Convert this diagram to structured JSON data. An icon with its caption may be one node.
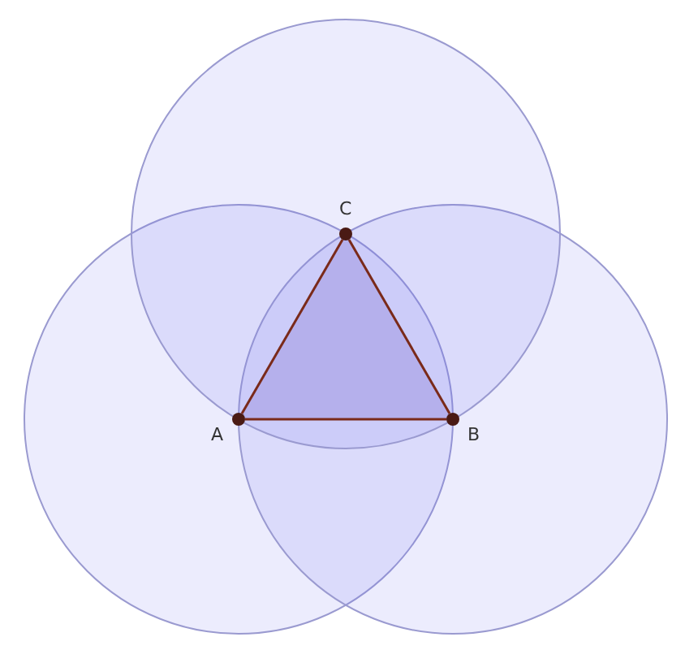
{
  "diagram": {
    "nodes": [
      {
        "text": [
          "A"
        ]
      },
      {
        "text": [
          "B"
        ]
      },
      {
        "text": [
          "C"
        ]
      }
    ],
    "edges": [
      {
        "from": 0,
        "to": 1,
        "arrow": "none"
      },
      {
        "from": 1,
        "to": 2,
        "arrow": "none"
      },
      {
        "from": 2,
        "to": 0,
        "arrow": "none"
      }
    ]
  }
}
